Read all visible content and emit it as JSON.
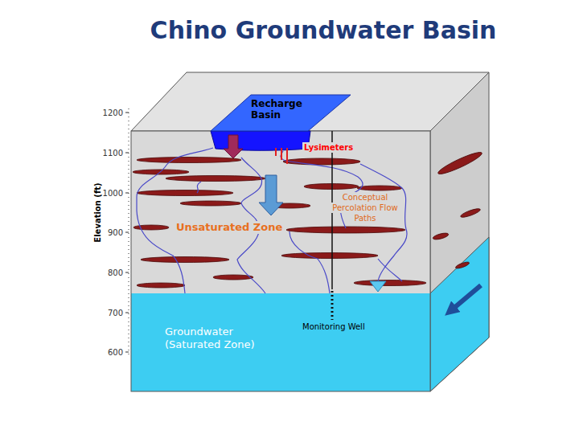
{
  "diagram": {
    "title": "Chino Groundwater Basin",
    "nodes": [
      {
        "text": [
          "Recharge Basin"
        ]
      },
      {
        "text": [
          "Unsaturated Zone"
        ]
      },
      {
        "text": [
          "Groundwater (Saturated Zone)"
        ]
      }
    ],
    "labels": [
      "Lysimeters",
      "Conceptual Percolation Flow Paths",
      "Monitoring Well",
      "Elevation (ft)",
      "1200",
      "1100",
      "1000",
      "900",
      "800",
      "700",
      "600"
    ]
  }
}
